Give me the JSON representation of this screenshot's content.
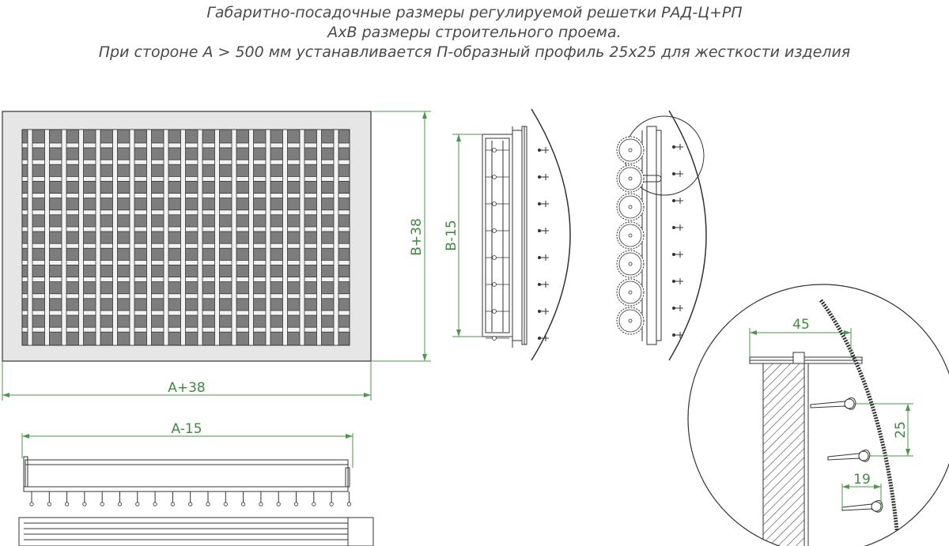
{
  "title": {
    "line1": "Габаритно-посадочные размеры регулируемой решетки РАД-Ц+РП",
    "line2": "AxB размеры строительного проема.",
    "line3": "При стороне А > 500 мм устанавливается П-образный профиль 25x25 для жесткости изделия"
  },
  "dimensions": {
    "front_height": "B+38",
    "front_width": "A+38",
    "side_height": "B-15",
    "bottom_width": "A-15",
    "detail_depth": "45",
    "detail_pitch": "25",
    "detail_blade": "19"
  },
  "colors": {
    "dimension": "#4a9a4a",
    "outline": "#333333",
    "frame_fill": "#e6e6e6",
    "grid_fill": "#7d7d7d"
  }
}
